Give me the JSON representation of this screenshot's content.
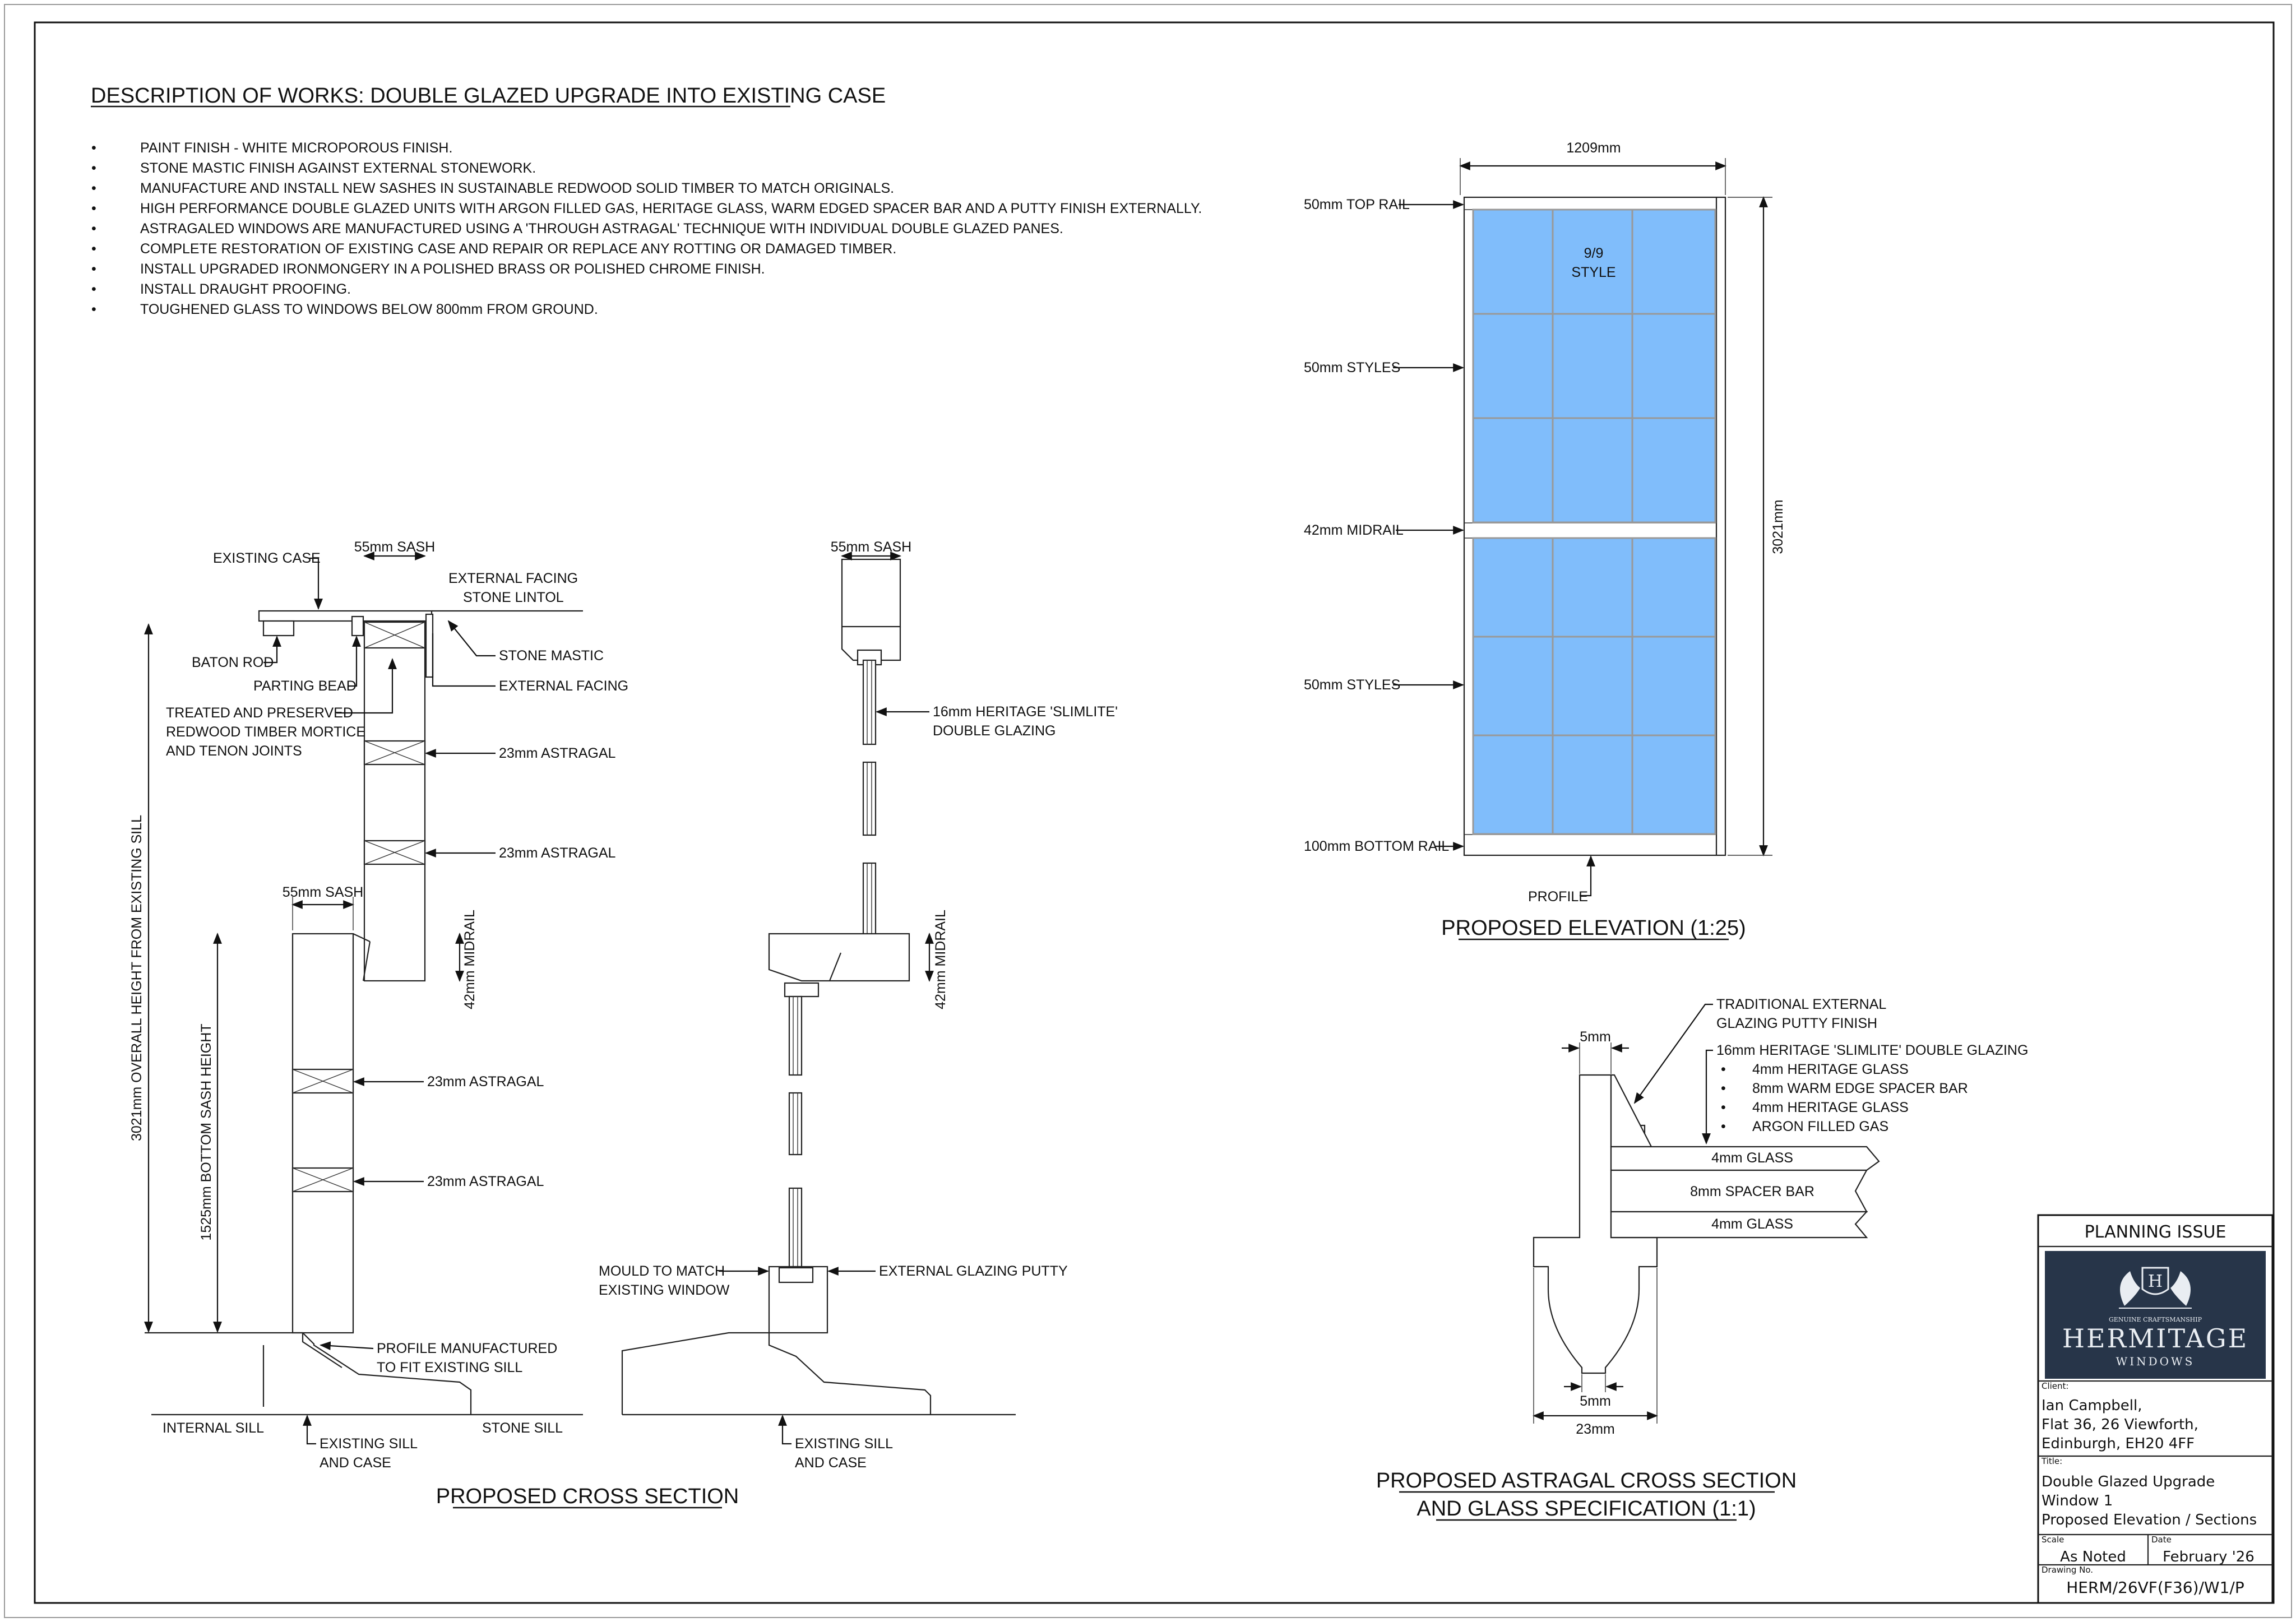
{
  "description": {
    "title": "DESCRIPTION OF WORKS: DOUBLE GLAZED UPGRADE INTO EXISTING CASE",
    "items": [
      "PAINT FINISH - WHITE MICROPOROUS FINISH.",
      "STONE MASTIC FINISH AGAINST EXTERNAL STONEWORK.",
      "MANUFACTURE AND INSTALL NEW SASHES IN SUSTAINABLE REDWOOD SOLID TIMBER TO MATCH ORIGINALS.",
      "HIGH PERFORMANCE DOUBLE GLAZED UNITS WITH ARGON FILLED GAS, HERITAGE GLASS, WARM EDGED SPACER BAR AND A PUTTY FINISH EXTERNALLY.",
      "ASTRAGALED WINDOWS ARE MANUFACTURED USING A 'THROUGH ASTRAGAL' TECHNIQUE WITH INDIVIDUAL DOUBLE GLAZED PANES.",
      "COMPLETE RESTORATION OF EXISTING CASE AND REPAIR OR REPLACE ANY ROTTING OR DAMAGED TIMBER.",
      "INSTALL UPGRADED IRONMONGERY IN A POLISHED BRASS OR POLISHED CHROME FINISH.",
      "INSTALL DRAUGHT PROOFING.",
      "TOUGHENED GLASS TO WINDOWS BELOW 800mm FROM GROUND."
    ]
  },
  "elevation": {
    "title": "PROPOSED ELEVATION (1:25)",
    "width_label": "1209mm",
    "height_label": "3021mm",
    "style_label_1": "9/9",
    "style_label_2": "STYLE",
    "top_rail": "50mm TOP RAIL",
    "styles_upper": "50mm STYLES",
    "midrail": "42mm MIDRAIL",
    "styles_lower": "50mm STYLES",
    "bottom_rail": "100mm BOTTOM RAIL",
    "profile": "PROFILE",
    "pane_color": "#80bdfb"
  },
  "cross_section": {
    "title": "PROPOSED CROSS SECTION",
    "existing_case": "EXISTING CASE",
    "sash_top": "55mm SASH",
    "external_facing_lintol_1": "EXTERNAL FACING",
    "external_facing_lintol_2": "STONE LINTOL",
    "baton_rod": "BATON ROD",
    "parting_bead": "PARTING BEAD",
    "stone_mastic": "STONE MASTIC",
    "external_facing": "EXTERNAL FACING",
    "treated_1": "TREATED AND PRESERVED",
    "treated_2": "REDWOOD TIMBER MORTICE",
    "treated_3": "AND TENON JOINTS",
    "astragal_1": "23mm ASTRAGAL",
    "astragal_2": "23mm ASTRAGAL",
    "sash_lower": "55mm SASH",
    "midrail": "42mm MIDRAIL",
    "astragal_3": "23mm ASTRAGAL",
    "astragal_4": "23mm ASTRAGAL",
    "overall_height": "3021mm OVERALL HEIGHT FROM EXISTING SILL",
    "bottom_sash_height": "1525mm BOTTOM SASH HEIGHT",
    "profile_1": "PROFILE MANUFACTURED",
    "profile_2": "TO FIT EXISTING SILL",
    "internal_sill": "INTERNAL SILL",
    "existing_sill_1": "EXISTING  SILL",
    "existing_sill_2": "AND CASE",
    "stone_sill": "STONE SILL"
  },
  "glazing_section": {
    "sash": "55mm SASH",
    "glazing_1": "16mm HERITAGE 'SLIMLITE'",
    "glazing_2": "DOUBLE GLAZING",
    "midrail": "42mm MIDRAIL",
    "mould_1": "MOULD TO MATCH",
    "mould_2": "EXISTING WINDOW",
    "putty": "EXTERNAL GLAZING PUTTY",
    "existing_sill_1": "EXISTING  SILL",
    "existing_sill_2": "AND CASE"
  },
  "astragal_section": {
    "title_1": "PROPOSED  ASTRAGAL CROSS SECTION",
    "title_2": "AND GLASS SPECIFICATION (1:1)",
    "putty_1": "TRADITIONAL EXTERNAL",
    "putty_2": "GLAZING PUTTY FINISH",
    "glazing": "16mm HERITAGE 'SLIMLITE' DOUBLE GLAZING",
    "spec": [
      "4mm HERITAGE GLASS",
      "8mm WARM EDGE SPACER BAR",
      "4mm HERITAGE GLASS",
      "ARGON FILLED GAS"
    ],
    "top_dim": "5mm",
    "glass_top": "4mm GLASS",
    "spacer": "8mm SPACER BAR",
    "glass_bottom": "4mm GLASS",
    "bottom_dim": "5mm",
    "width_dim": "23mm"
  },
  "title_block": {
    "issue": "PLANNING ISSUE",
    "logo_tagline": "GENUINE CRAFTSMANSHIP",
    "logo_name": "HERMITAGE",
    "logo_sub": "WINDOWS",
    "logo_letter": "H",
    "client_label": "Client:",
    "client_lines": [
      "Ian Campbell,",
      "Flat 36, 26 Viewforth,",
      "Edinburgh, EH20 4FF"
    ],
    "title_label": "Title:",
    "title_lines": [
      "Double Glazed Upgrade",
      "Window 1",
      "Proposed Elevation / Sections"
    ],
    "scale_label": "Scale",
    "scale": "As Noted",
    "date_label": "Date",
    "date": "February '26",
    "drawing_label": "Drawing No.",
    "drawing_no": "HERM/26VF(F36)/W1/P"
  }
}
